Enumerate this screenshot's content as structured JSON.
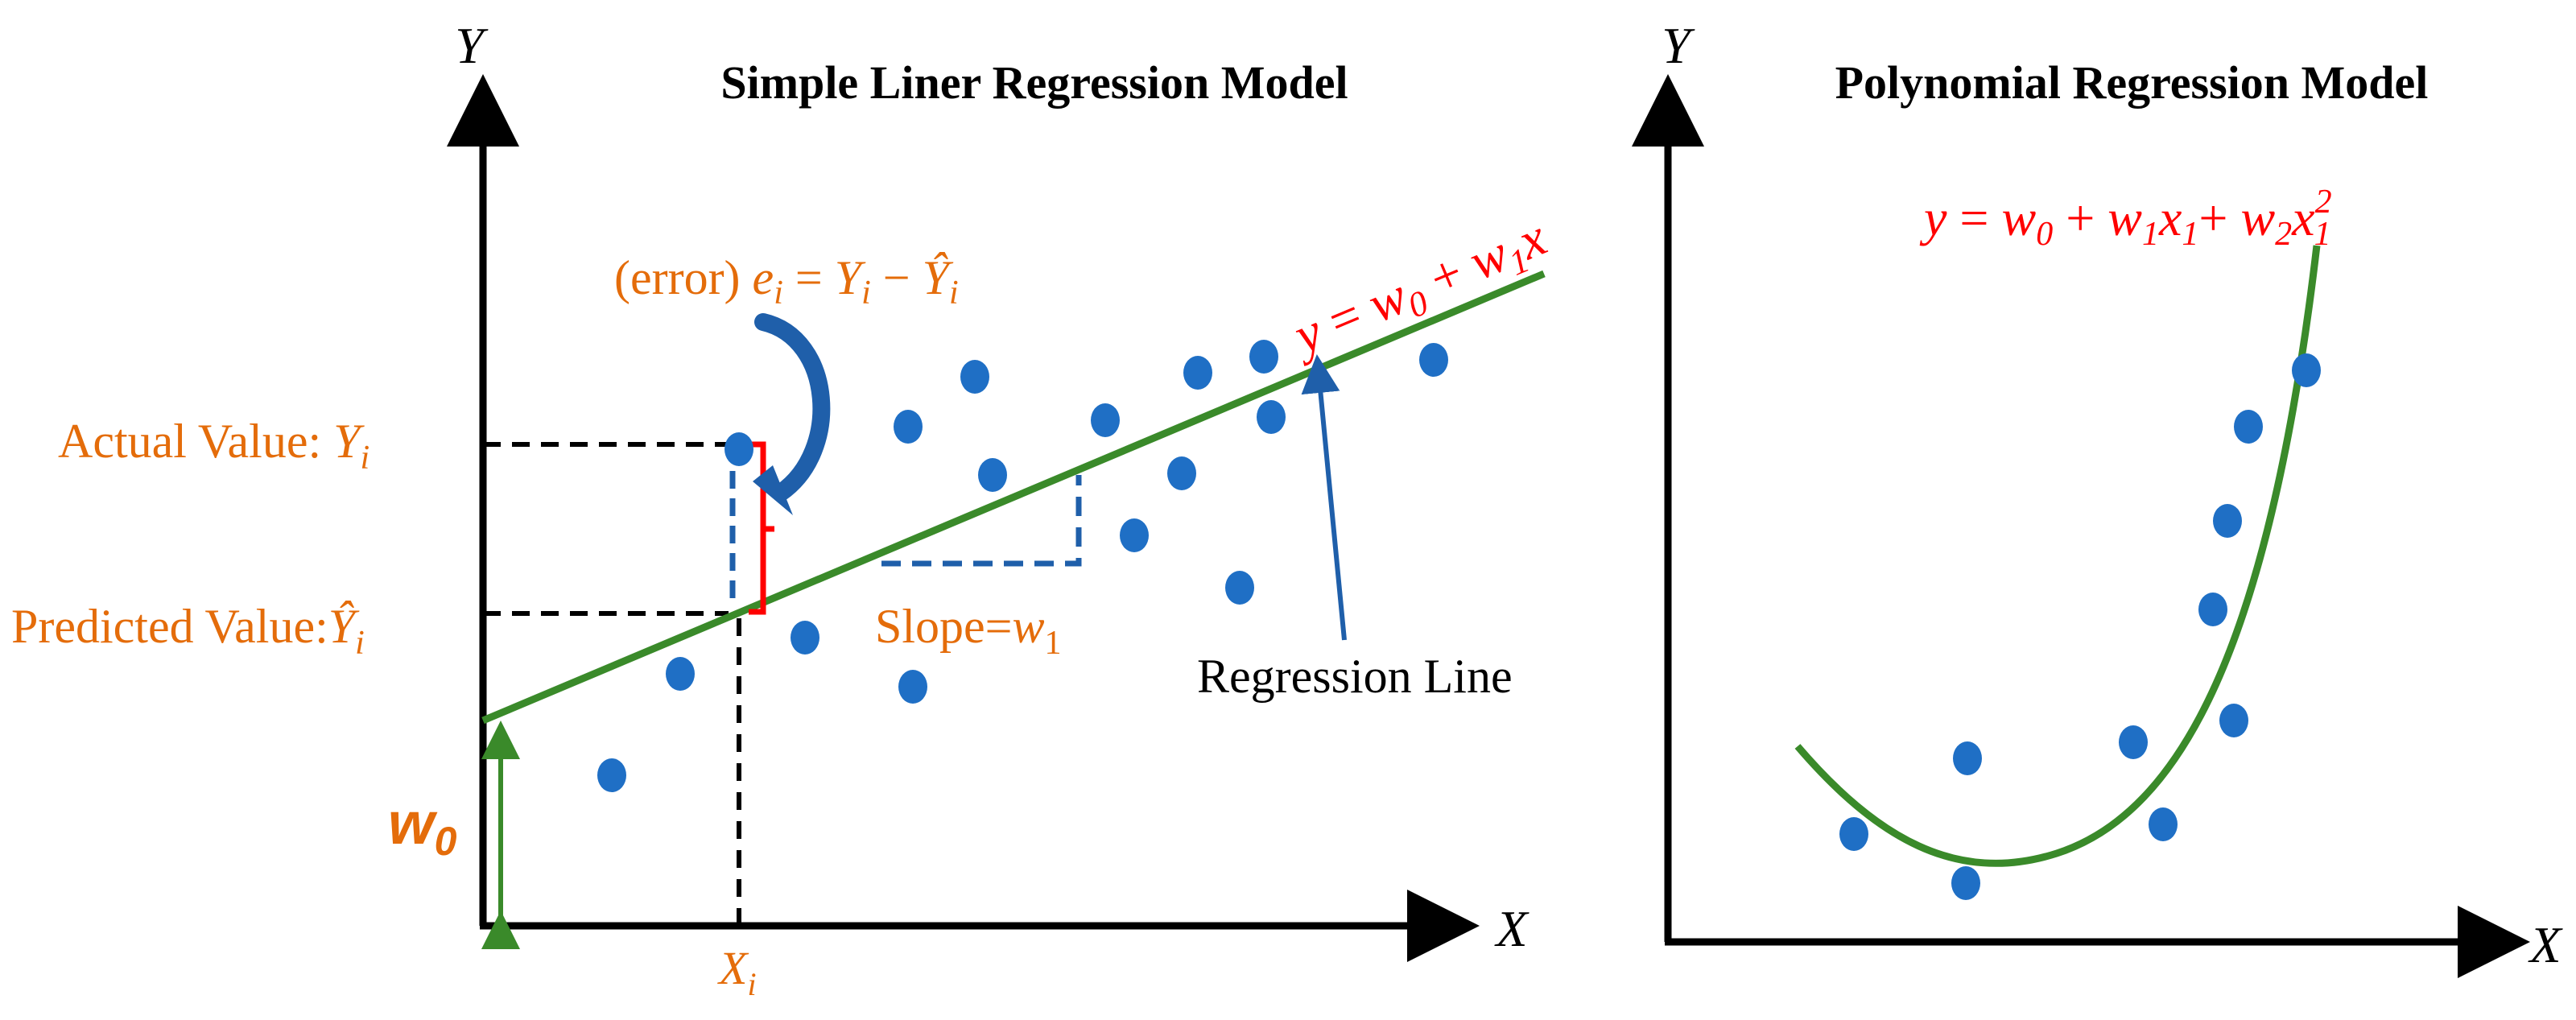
{
  "colors": {
    "point": "#1F6FC5",
    "point_stroke": "#ffffff",
    "fit_line": "#3A8A2A",
    "axis": "#000000",
    "annotation_orange": "#E46C0A",
    "equation_red": "#FF0000",
    "guide_blue": "#1F5FAA",
    "error_bracket": "#FF0000"
  },
  "left_panel": {
    "title": "Simple Liner Regression Model",
    "y_axis_label": "Y",
    "x_axis_label": "X",
    "equation": {
      "y": "y",
      "eq": " = ",
      "w0": "w",
      "w0_sub": "0",
      "plus": " + ",
      "w1": "w",
      "w1_sub": "1",
      "x": "x"
    },
    "error_label": {
      "prefix": "(error) ",
      "e": "e",
      "e_sub": "i",
      "eq": " = ",
      "Y": "Y",
      "Y_sub": "i",
      "minus": " − ",
      "Yhat": "Ŷ",
      "Yhat_sub": "i"
    },
    "actual_value": {
      "text": "Actual Value: ",
      "Y": "Y",
      "sub": "i"
    },
    "predicted_value": {
      "text": "Predicted Value:",
      "Y": "Ŷ",
      "sub": "i"
    },
    "slope_label": {
      "text": "Slope=",
      "w": "w",
      "sub": "1"
    },
    "regression_line_label": "Regression Line",
    "intercept_label": {
      "w": "w",
      "sub": "0"
    },
    "xi_label": {
      "X": "X",
      "sub": "i"
    }
  },
  "right_panel": {
    "title": "Polynomial Regression Model",
    "y_axis_label": "Y",
    "x_axis_label": "X",
    "equation": {
      "y": "y",
      "eq": " = ",
      "w0": "w",
      "w0_sub": "0",
      "plus1": " + ",
      "w1": "w",
      "w1_sub": "1",
      "x1": "x",
      "x1_sub": "1",
      "plus2": "+ ",
      "w2": "w",
      "w2_sub": "2",
      "x2": "x",
      "x2_sub": "1",
      "x2_sup": "2"
    }
  }
}
